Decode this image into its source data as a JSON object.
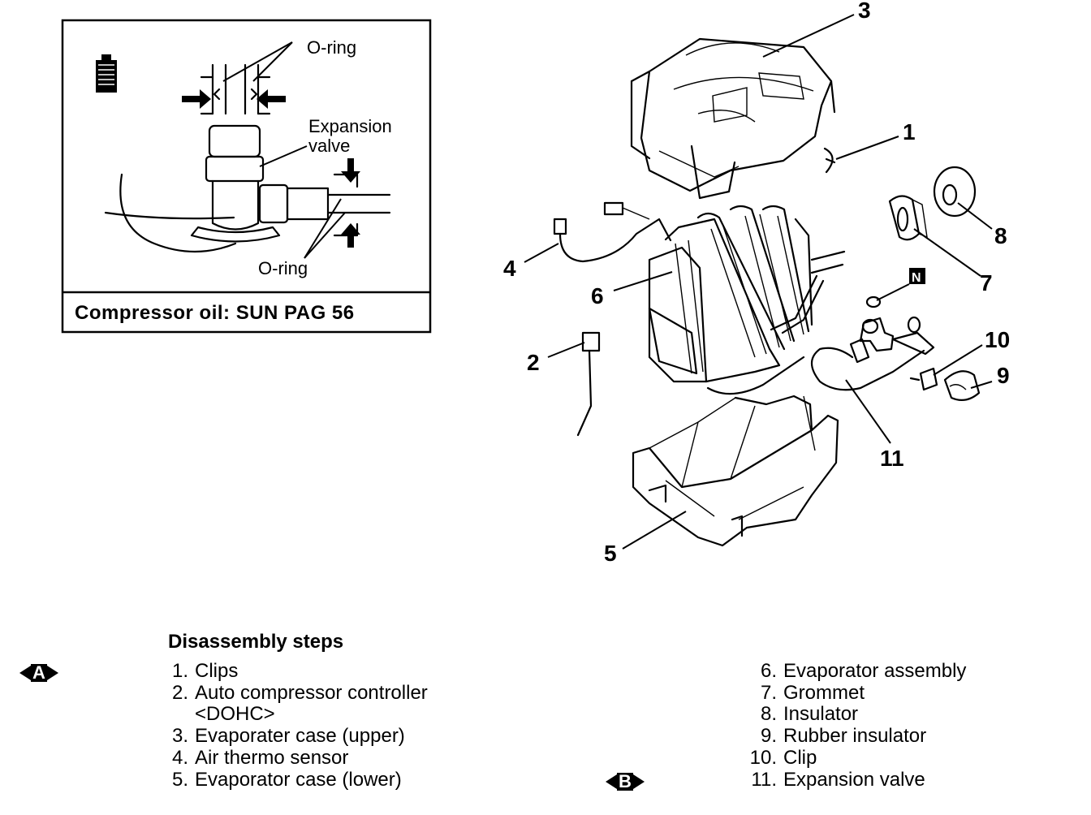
{
  "inset": {
    "label_oring_top": "O-ring",
    "label_expansion_1": "Expansion",
    "label_expansion_2": "valve",
    "label_oring_bottom": "O-ring",
    "caption": "Compressor oil: SUN PAG 56"
  },
  "callouts": {
    "c1": "1",
    "c2": "2",
    "c3": "3",
    "c4": "4",
    "c5": "5",
    "c6": "6",
    "c7": "7",
    "c8": "8",
    "c9": "9",
    "c10": "10",
    "c11": "11",
    "n_tag": "N"
  },
  "steps": {
    "title": "Disassembly steps",
    "marker_a": "A",
    "marker_b": "B",
    "left": [
      {
        "num": "1.",
        "text": "Clips"
      },
      {
        "num": "2.",
        "text": "Auto compressor controller"
      },
      {
        "num": "",
        "text": "<DOHC>"
      },
      {
        "num": "3.",
        "text": "Evaporater case (upper)"
      },
      {
        "num": "4.",
        "text": "Air thermo sensor"
      },
      {
        "num": "5.",
        "text": "Evaporator case (lower)"
      }
    ],
    "right": [
      {
        "num": "6.",
        "text": "Evaporator assembly"
      },
      {
        "num": "7.",
        "text": "Grommet"
      },
      {
        "num": "8.",
        "text": "Insulator"
      },
      {
        "num": "9.",
        "text": "Rubber insulator"
      },
      {
        "num": "10.",
        "text": "Clip"
      },
      {
        "num": "11.",
        "text": "Expansion valve"
      }
    ]
  }
}
